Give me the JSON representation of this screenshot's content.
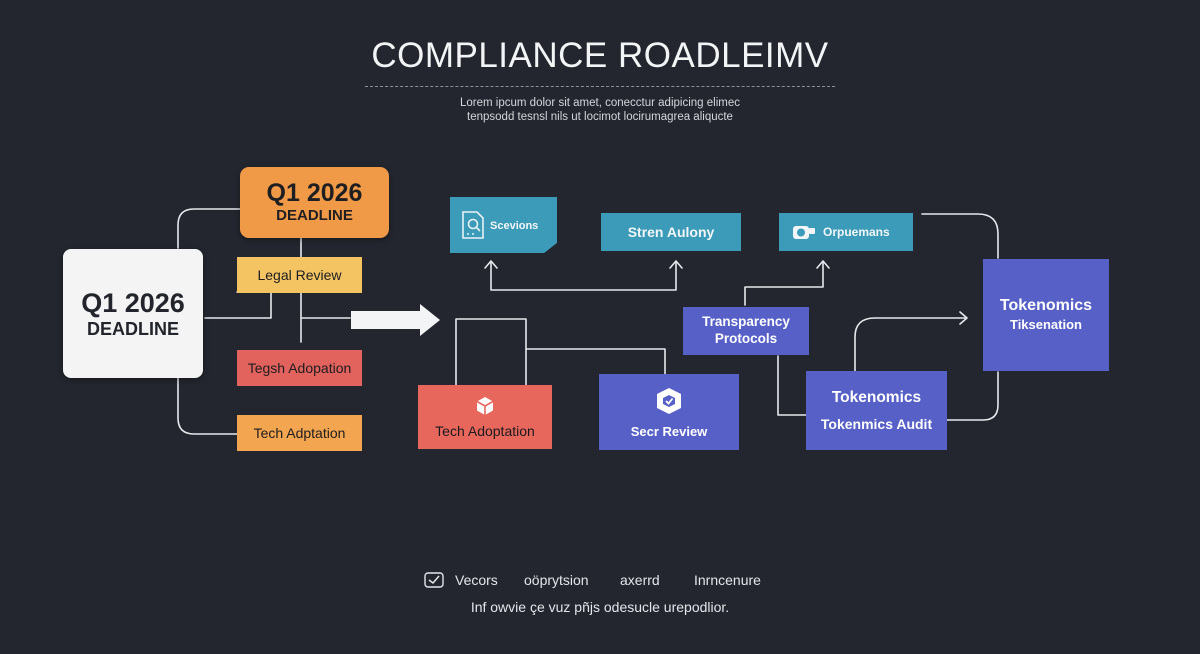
{
  "header": {
    "title": "COMPLIANCE ROADLEIMV",
    "subtitle_line1": "Lorem ipcum dolor sit amet, conecctur adipicing elimec",
    "subtitle_line2": "tenpsodd tesnsl nils ut locimot locirumagrea aliqucte"
  },
  "left_column": {
    "deadline_main": {
      "big": "Q1 2026",
      "small": "DEADLINE"
    },
    "deadline_top": {
      "big": "Q1 2026",
      "small": "DEADLINE"
    },
    "legal_review": "Legal Review",
    "tech_adoption_red": "Tegsh Adopation",
    "tech_adoption_orange": "Tech Adptation"
  },
  "flow": {
    "scevions": "Scevions",
    "stren_aulony": "Stren Aulony",
    "orpuemans": "Orpuemans",
    "transparency": "Transparency Protocols",
    "tech_adoptation": "Tech Adoptation",
    "secr_review": "Secr Review",
    "tokenomics_title": "Tokenomics",
    "tokenomics_audit": "Tokenmics Audit",
    "tokenomics_right_1": "Tokenomics",
    "tokenomics_right_2": "Tiksenation"
  },
  "legend": {
    "items": [
      "Vecors",
      "oöprytsion",
      "axerrd",
      "Inrncenure"
    ],
    "note": "Inf owvie çe vuz pñjs odesucle urepodlior."
  },
  "colors": {
    "background": "#23262e",
    "white_box": "#f4f4f5",
    "orange": "#f09a48",
    "yellow": "#f4c463",
    "red": "#e2625d",
    "teal": "#3c9bb8",
    "purple": "#5760c6",
    "salmon": "#e8675d",
    "connector": "#e6e8ec"
  }
}
